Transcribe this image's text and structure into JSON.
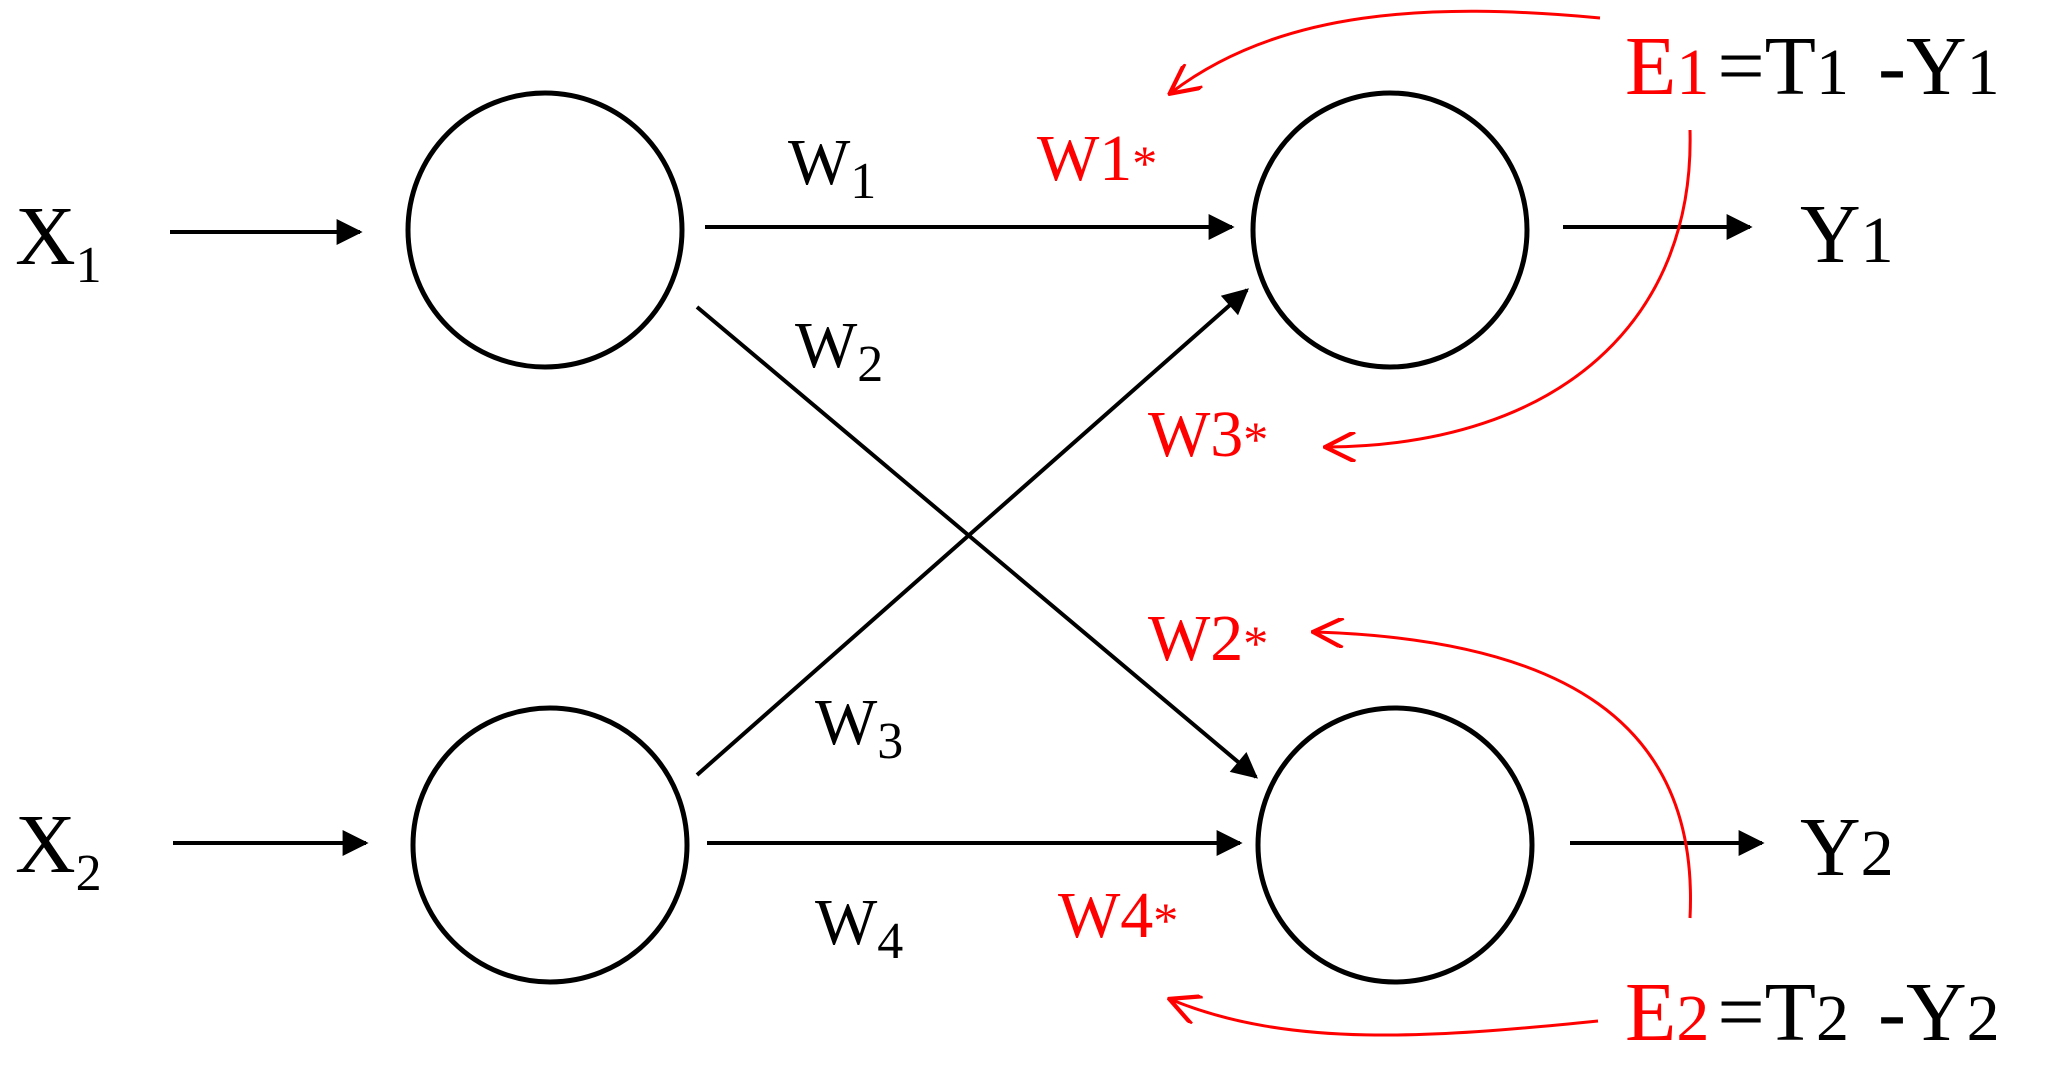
{
  "colors": {
    "ink": "#000000",
    "accent": "#ff0000",
    "background": "#ffffff"
  },
  "inputs": [
    {
      "letter": "X",
      "index": "1"
    },
    {
      "letter": "X",
      "index": "2"
    }
  ],
  "outputs": [
    {
      "letter": "Y",
      "index": "1"
    },
    {
      "letter": "Y",
      "index": "2"
    }
  ],
  "weights": [
    {
      "letter": "W",
      "index": "1"
    },
    {
      "letter": "W",
      "index": "2"
    },
    {
      "letter": "W",
      "index": "3"
    },
    {
      "letter": "W",
      "index": "4"
    }
  ],
  "updated_weights": [
    {
      "letter": "W",
      "index": "1",
      "mark": "*"
    },
    {
      "letter": "W",
      "index": "2",
      "mark": "*"
    },
    {
      "letter": "W",
      "index": "3",
      "mark": "*"
    },
    {
      "letter": "W",
      "index": "4",
      "mark": "*"
    }
  ],
  "errors": [
    {
      "name": "E",
      "index": "1",
      "equation": "=T",
      "target_index": "1",
      "minus": " -Y",
      "output_index": "1"
    },
    {
      "name": "E",
      "index": "2",
      "equation": "=T",
      "target_index": "2",
      "minus": " -Y",
      "output_index": "2"
    }
  ]
}
